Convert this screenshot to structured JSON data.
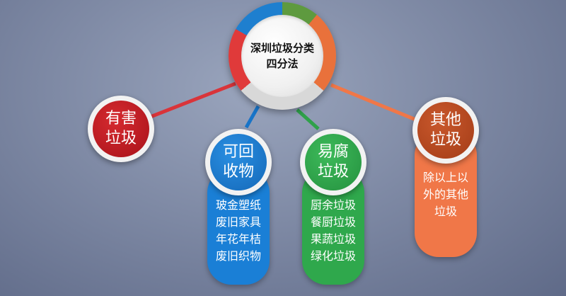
{
  "hub": {
    "line1": "深圳垃圾分类",
    "line2": "四分法"
  },
  "categories": [
    {
      "id": "hazardous",
      "line1": "有害",
      "line2": "垃圾",
      "color": "#c0161c",
      "items": []
    },
    {
      "id": "recyclable",
      "line1": "可回",
      "line2": "收物",
      "color": "#1874c8",
      "items": [
        "玻金塑纸",
        "废旧家具",
        "年花年桔",
        "废旧织物"
      ]
    },
    {
      "id": "perishable",
      "line1": "易腐",
      "line2": "垃圾",
      "color": "#2fa14a",
      "items": [
        "厨余垃圾",
        "餐厨垃圾",
        "果蔬垃圾",
        "绿化垃圾"
      ]
    },
    {
      "id": "other",
      "line1": "其他",
      "line2": "垃圾",
      "color": "#b8471f",
      "pill_color": "#f07748",
      "items": [
        "除以上以",
        "外的其他",
        "垃圾"
      ]
    }
  ]
}
